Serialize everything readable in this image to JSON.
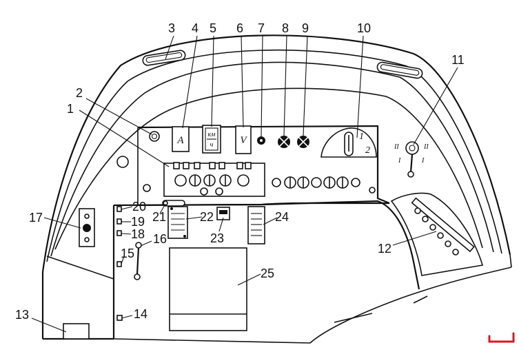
{
  "callouts": [
    "1",
    "2",
    "3",
    "4",
    "5",
    "6",
    "7",
    "8",
    "9",
    "10",
    "11",
    "12",
    "13",
    "14",
    "15",
    "16",
    "17",
    "18",
    "19",
    "20",
    "21",
    "22",
    "23",
    "24",
    "25"
  ],
  "gauges": {
    "ammeter_label": "A",
    "speedometer_top": "км",
    "speedometer_bottom": "ч",
    "voltmeter_label": "V",
    "scale_mark_1": "1",
    "scale_mark_2": "2"
  },
  "switch_marks": {
    "left_upper": "II",
    "right_upper": "II",
    "left_lower": "I",
    "right_lower": "I"
  },
  "colors": {
    "line": "#111111",
    "background": "#ffffff",
    "corner_mark": "#e0141e"
  }
}
